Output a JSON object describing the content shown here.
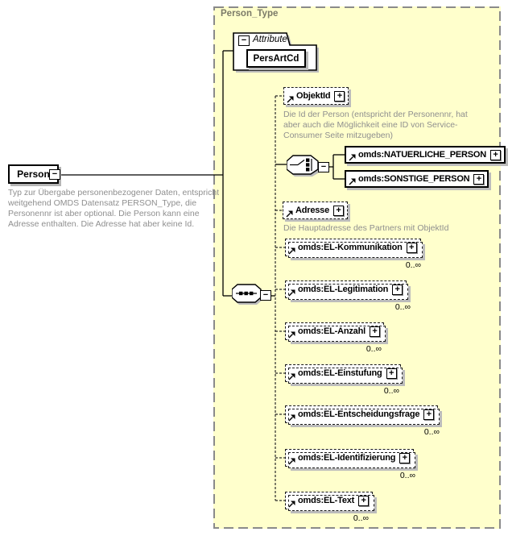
{
  "panel": {
    "title": "Person_Type",
    "bg_color": "#FFFFCC",
    "border_color": "#8A8A8A"
  },
  "person": {
    "label": "Person",
    "description": "Typ zur Übergabe personenbezogener Daten, entspricht weitgehend OMDS Datensatz PERSON_Type, die Personennr ist aber optional. Die Person kann eine Adresse enthalten. Die Adresse hat aber keine Id."
  },
  "attributes": {
    "header": "Attribute",
    "items": [
      {
        "name": "PersArtCd"
      }
    ]
  },
  "icons": {
    "collapse": "−",
    "expand": "+"
  },
  "elements": {
    "objektid": {
      "name": "ObjektId",
      "description": "Die Id der Person (entspricht der Personennr, hat aber auch die Möglichkeit eine ID von Service-Consumer Seite mitzugeben)"
    },
    "natuerliche": {
      "name": "omds:NATUERLICHE_PERSON"
    },
    "sonstige": {
      "name": "omds:SONSTIGE_PERSON"
    },
    "adresse": {
      "name": "Adresse",
      "description": "Die Hauptadresse des Partners mit ObjektId"
    },
    "kommunikation": {
      "name": "omds:EL-Kommunikation",
      "cardinality": "0..∞"
    },
    "legitimation": {
      "name": "omds:EL-Legitimation",
      "cardinality": "0..∞"
    },
    "anzahl": {
      "name": "omds:EL-Anzahl",
      "cardinality": "0..∞"
    },
    "einstufung": {
      "name": "omds:EL-Einstufung",
      "cardinality": "0..∞"
    },
    "entscheidungsfrage": {
      "name": "omds:EL-Entscheidungsfrage",
      "cardinality": "0..∞"
    },
    "identifizierung": {
      "name": "omds:EL-Identifizierung",
      "cardinality": "0..∞"
    },
    "text": {
      "name": "omds:EL-Text",
      "cardinality": "0..∞"
    }
  }
}
